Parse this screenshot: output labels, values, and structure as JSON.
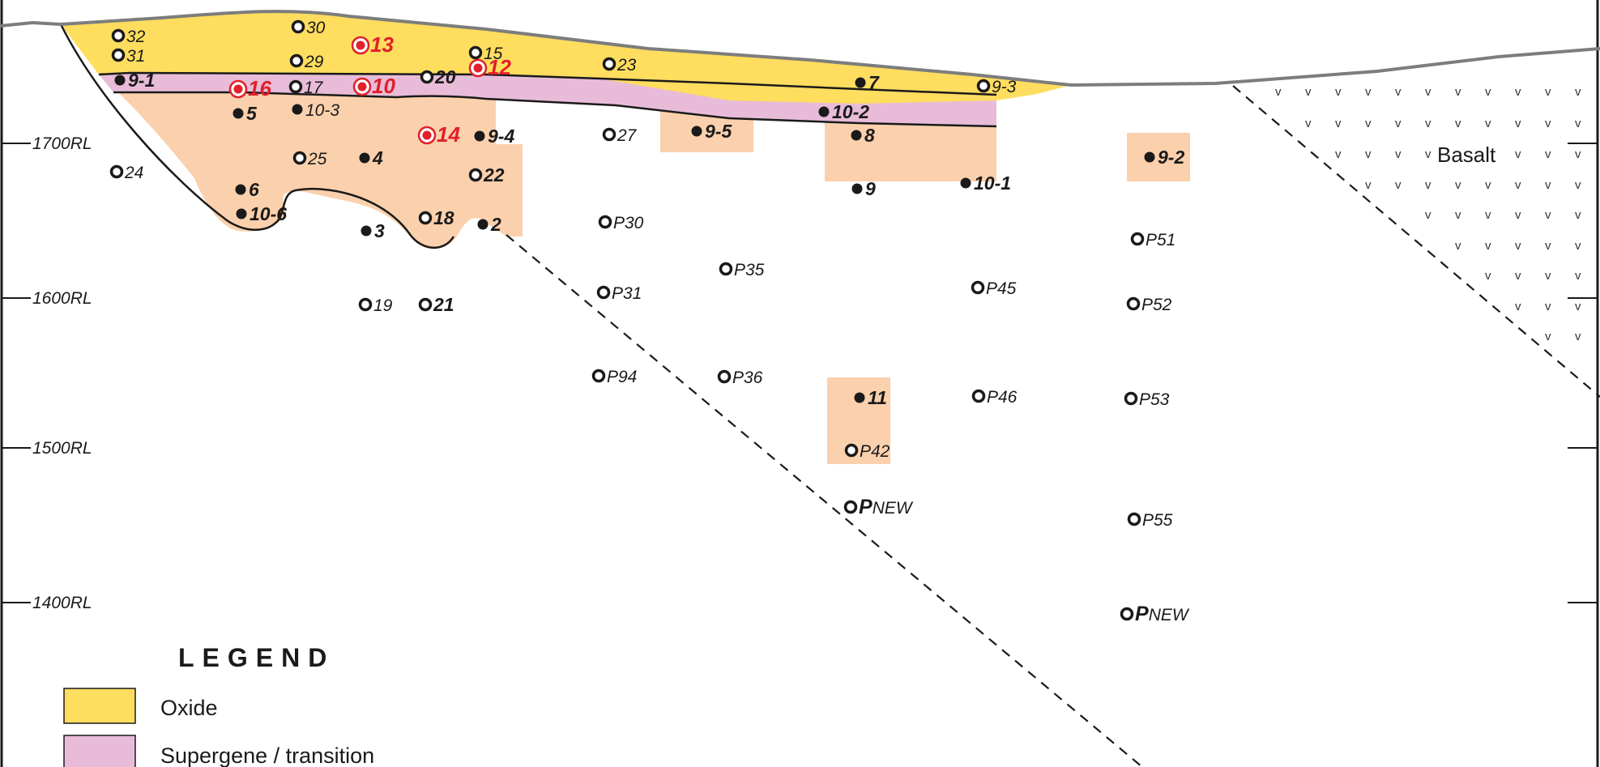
{
  "colors": {
    "oxide": "#ffdd5e",
    "supergene": "#e8bcd8",
    "mineralised": "#fbd0ac",
    "topography": "#7d7d7d",
    "hole_red": "#e0202a",
    "ink": "#1a1a1a"
  },
  "rl_labels": [
    "1700RL",
    "1600RL",
    "1500RL",
    "1400RL"
  ],
  "basalt_label": "Basalt",
  "legend": {
    "title": "LEGEND",
    "items": [
      {
        "label": "Oxide"
      },
      {
        "label": "Supergene / transition"
      }
    ]
  },
  "holes": [
    {
      "label": "32",
      "symbol": "ring",
      "style": "plain"
    },
    {
      "label": "31",
      "symbol": "ring",
      "style": "plain"
    },
    {
      "label": "9-1",
      "symbol": "dot",
      "style": "bold"
    },
    {
      "label": "30",
      "symbol": "ring",
      "style": "plain"
    },
    {
      "label": "29",
      "symbol": "ring",
      "style": "plain"
    },
    {
      "label": "17",
      "symbol": "ring",
      "style": "plain"
    },
    {
      "label": "10-3",
      "symbol": "dot",
      "style": "plain"
    },
    {
      "label": "13",
      "symbol": "red",
      "style": "red"
    },
    {
      "label": "16",
      "symbol": "red",
      "style": "red"
    },
    {
      "label": "10",
      "symbol": "red",
      "style": "red"
    },
    {
      "label": "5",
      "symbol": "dot",
      "style": "bold"
    },
    {
      "label": "15",
      "symbol": "ring",
      "style": "plain"
    },
    {
      "label": "20",
      "symbol": "ring",
      "style": "bold"
    },
    {
      "label": "12",
      "symbol": "red",
      "style": "red"
    },
    {
      "label": "23",
      "symbol": "ring",
      "style": "plain"
    },
    {
      "label": "7",
      "symbol": "dot",
      "style": "bold"
    },
    {
      "label": "9-3",
      "symbol": "ring",
      "style": "plain"
    },
    {
      "label": "10-2",
      "symbol": "dot",
      "style": "bold"
    },
    {
      "label": "14",
      "symbol": "red",
      "style": "red"
    },
    {
      "label": "9-4",
      "symbol": "dot",
      "style": "bold"
    },
    {
      "label": "27",
      "symbol": "ring",
      "style": "plain"
    },
    {
      "label": "9-5",
      "symbol": "dot",
      "style": "bold"
    },
    {
      "label": "8",
      "symbol": "dot",
      "style": "bold"
    },
    {
      "label": "24",
      "symbol": "ring",
      "style": "plain"
    },
    {
      "label": "25",
      "symbol": "ring",
      "style": "plain"
    },
    {
      "label": "4",
      "symbol": "dot",
      "style": "bold"
    },
    {
      "label": "22",
      "symbol": "ring",
      "style": "bold"
    },
    {
      "label": "9-2",
      "symbol": "dot",
      "style": "bold"
    },
    {
      "label": "6",
      "symbol": "dot",
      "style": "bold"
    },
    {
      "label": "9",
      "symbol": "dot",
      "style": "bold"
    },
    {
      "label": "10-1",
      "symbol": "dot",
      "style": "bold"
    },
    {
      "label": "10-6",
      "symbol": "dot",
      "style": "bold"
    },
    {
      "label": "18",
      "symbol": "ring",
      "style": "bold"
    },
    {
      "label": "3",
      "symbol": "dot",
      "style": "bold"
    },
    {
      "label": "2",
      "symbol": "dot",
      "style": "bold"
    },
    {
      "label": "P30",
      "symbol": "ring",
      "style": "plain"
    },
    {
      "label": "P51",
      "symbol": "ring",
      "style": "plain"
    },
    {
      "label": "P35",
      "symbol": "ring",
      "style": "plain"
    },
    {
      "label": "P31",
      "symbol": "ring",
      "style": "plain"
    },
    {
      "label": "P45",
      "symbol": "ring",
      "style": "plain"
    },
    {
      "label": "19",
      "symbol": "ring",
      "style": "plain"
    },
    {
      "label": "21",
      "symbol": "ring",
      "style": "bold"
    },
    {
      "label": "P52",
      "symbol": "ring",
      "style": "plain"
    },
    {
      "label": "P94",
      "symbol": "ring",
      "style": "plain"
    },
    {
      "label": "P36",
      "symbol": "ring",
      "style": "plain"
    },
    {
      "label": "11",
      "symbol": "dot",
      "style": "bold"
    },
    {
      "label": "P46",
      "symbol": "ring",
      "style": "plain"
    },
    {
      "label": "P53",
      "symbol": "ring",
      "style": "plain"
    },
    {
      "label": "P42",
      "symbol": "ring",
      "style": "plain"
    },
    {
      "label": "PNEW",
      "symbol": "ring",
      "style": "pnew"
    },
    {
      "label": "P55",
      "symbol": "ring",
      "style": "plain"
    },
    {
      "label": "PNEW",
      "symbol": "ring",
      "style": "pnew"
    }
  ]
}
